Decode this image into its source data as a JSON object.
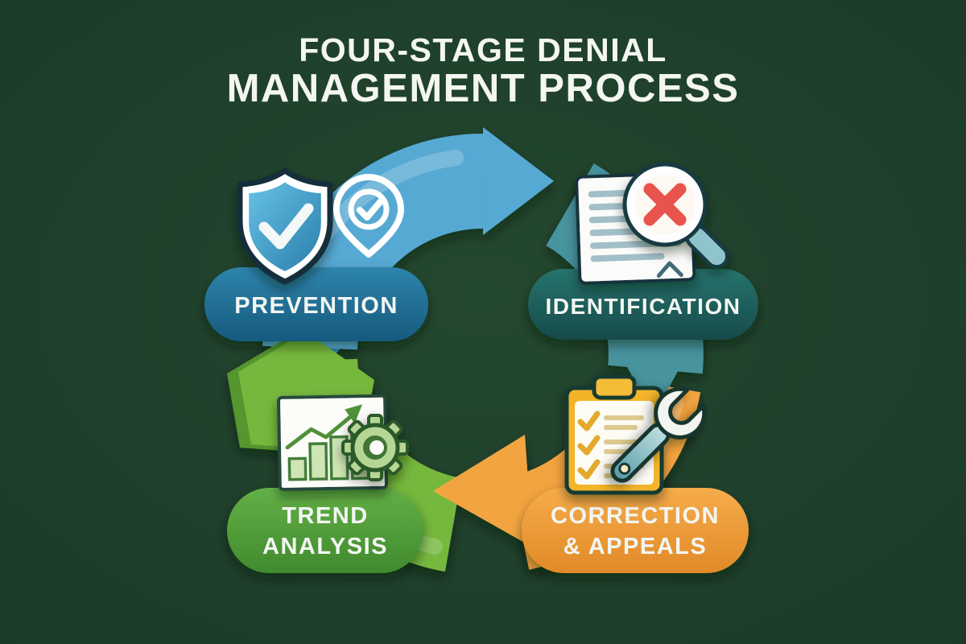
{
  "title": {
    "line1": "FOUR-STAGE DENIAL",
    "line2": "MANAGEMENT PROCESS"
  },
  "stages": [
    {
      "id": "prevention",
      "label": "PREVENTION",
      "pill_color": "#1f6d96",
      "icons": [
        "shield-check-icon",
        "location-pin-check-icon"
      ]
    },
    {
      "id": "identification",
      "label": "IDENTIFICATION",
      "pill_color": "#1f615e",
      "icons": [
        "document-icon",
        "magnifier-error-icon"
      ]
    },
    {
      "id": "correction-appeals",
      "lines": [
        "CORRECTION",
        "& APPEALS"
      ],
      "pill_color": "#f0a23e",
      "icons": [
        "checklist-clipboard-icon",
        "wrench-icon"
      ]
    },
    {
      "id": "trend-analysis",
      "lines": [
        "TREND",
        "ANALYSIS"
      ],
      "pill_color": "#55a23c",
      "icons": [
        "bar-chart-growth-icon",
        "gear-icon"
      ]
    }
  ],
  "cycle": {
    "background_color": "#1d3e2a",
    "arcs": [
      {
        "from": "prevention",
        "to": "identification",
        "color": "#57a9d3"
      },
      {
        "from": "identification",
        "to": "correction-appeals",
        "color": "#47939e"
      },
      {
        "from": "correction-appeals",
        "to": "trend-analysis",
        "color": "#f2a440"
      },
      {
        "from": "trend-analysis",
        "to": "prevention",
        "color": "#76b83d"
      }
    ]
  }
}
